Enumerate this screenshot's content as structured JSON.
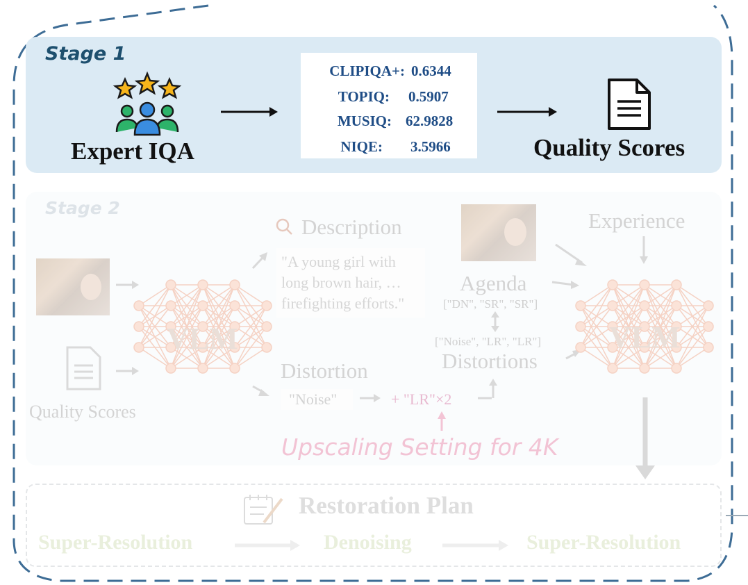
{
  "stage1": {
    "title": "Stage 1",
    "expert_label": "Expert IQA",
    "metrics": [
      {
        "name": "CLIPIQA+:",
        "value": "0.6344"
      },
      {
        "name": "TOPIQ:",
        "value": "0.5907"
      },
      {
        "name": "MUSIQ:",
        "value": "62.9828"
      },
      {
        "name": "NIQE:",
        "value": "3.5966"
      }
    ],
    "output_label": "Quality Scores"
  },
  "stage2": {
    "title": "Stage 2",
    "vlm_left": "VLM",
    "vlm_right": "VLM",
    "input_doc_label": "Quality Scores",
    "description_label": "Description",
    "description_text": "\"A young girl with\nlong brown hair, …\nfirefighting efforts.\"",
    "distortion_label": "Distortion",
    "noise_label": "\"Noise\"",
    "lr_label": "+ \"LR\"×2",
    "upscaling_note": "Upscaling Setting for 4K",
    "experience_label": "Experience",
    "agenda_label": "Agenda",
    "agenda_list": "[\"DN\", \"SR\", \"SR\"]",
    "distortion_list": "[\"Noise\", \"LR\", \"LR\"]",
    "distortions_label": "Distortions"
  },
  "plan": {
    "title": "Restoration Plan",
    "steps": [
      "Super-Resolution",
      "Denoising",
      "Super-Resolution"
    ]
  },
  "colors": {
    "stage1_bg": "#dbeaf4",
    "stage1_title": "#1d4f6e",
    "metric_text": "#1f4d86",
    "dashed_border": "#3d6c95",
    "vlm_network": "#f0b89e",
    "upscaling_note": "#f2c3d4"
  }
}
